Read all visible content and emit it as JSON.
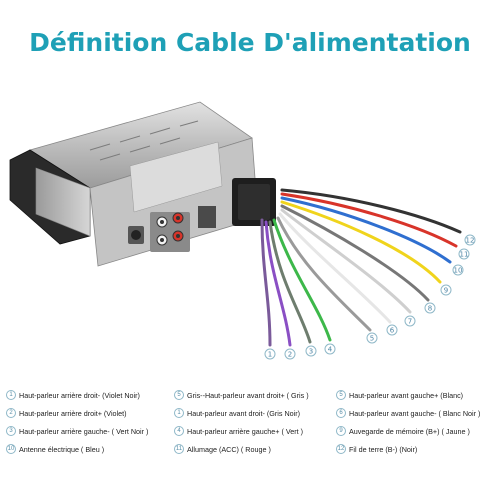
{
  "title": "Définition Cable D'alimentation",
  "legend": [
    {
      "num": "1",
      "text": "Haut-parleur arrière droit- (Violet Noir)"
    },
    {
      "num": "2",
      "text": "Haut-parleur arrière droit+ (Violet)"
    },
    {
      "num": "3",
      "text": "Haut-parleur arrière gauche- ( Vert Noir )"
    },
    {
      "num": "10",
      "text": "Antenne électrique ( Bleu )"
    },
    {
      "num": "5",
      "text": "Gris--Haut-parleur avant droit+ ( Gris )"
    },
    {
      "num": "1",
      "text": "Haut-parleur avant droit- (Gris Noir)"
    },
    {
      "num": "4",
      "text": "Haut-parleur arrière gauche+ ( Vert )"
    },
    {
      "num": "11",
      "text": "Allumage (ACC) ( Rouge )"
    },
    {
      "num": "5",
      "text": "Haut-parleur avant gauche+ (Blanc)"
    },
    {
      "num": "6",
      "text": "Haut-parleur avant gauche- ( Blanc Noir )"
    },
    {
      "num": "9",
      "text": "Auvegarde de mémoire (B+) ( Jaune )"
    },
    {
      "num": "12",
      "text": "Fil de terre (B-) (Noir)"
    }
  ],
  "wire_labels": [
    "1",
    "2",
    "3",
    "4",
    "5",
    "6",
    "7",
    "8",
    "9",
    "10",
    "11",
    "12"
  ],
  "colors": {
    "title": "#1ea0b6",
    "violet_black": "#7a5a9a",
    "violet": "#8a4fc4",
    "green_black": "#6e7d6e",
    "green": "#3db84a",
    "gray": "#9a9a9a",
    "white": "#e6e6e6",
    "yellow": "#f0d41c",
    "blue": "#2f6fd0",
    "red": "#d8342a",
    "black": "#333333"
  }
}
